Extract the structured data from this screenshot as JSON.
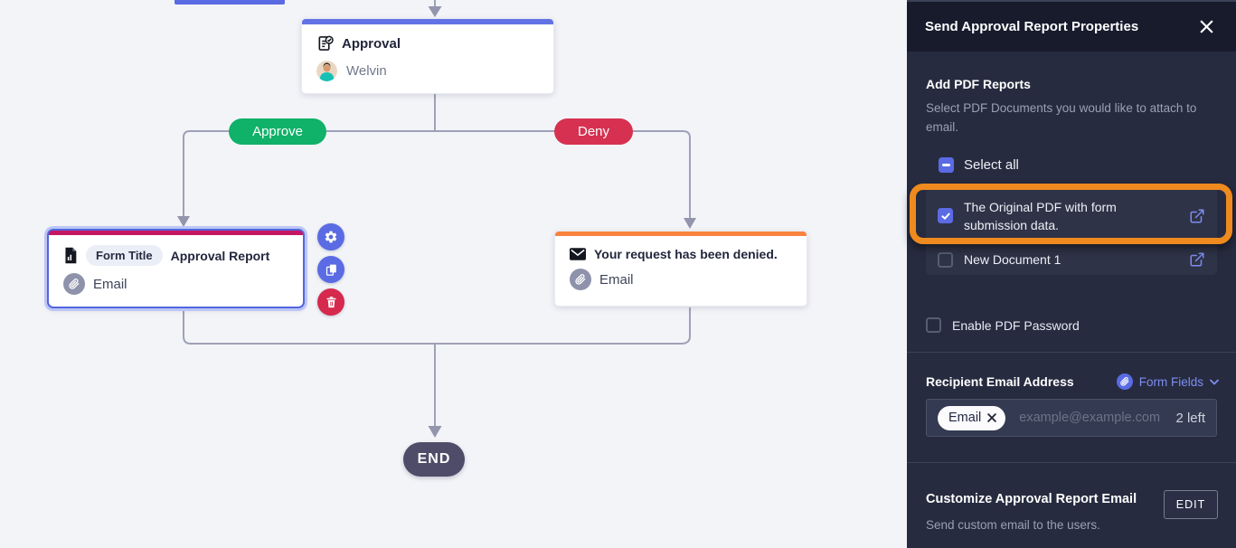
{
  "canvas": {
    "approval_node": {
      "title": "Approval",
      "assignee": "Welvin"
    },
    "approve_branch_label": "Approve",
    "deny_branch_label": "Deny",
    "report_node": {
      "badge": "Form Title",
      "title": "Approval Report",
      "attachment": "Email"
    },
    "deny_node": {
      "title": "Your request has been denied.",
      "attachment": "Email"
    },
    "end_label": "END"
  },
  "panel": {
    "title": "Send Approval Report Properties",
    "pdf_section": {
      "heading": "Add PDF Reports",
      "description": "Select PDF Documents you would like to attach to email.",
      "select_all": "Select all",
      "documents": [
        {
          "label": "The Original PDF with form submission data.",
          "checked": true,
          "highlighted": true
        },
        {
          "label": "New Document 1",
          "checked": false,
          "highlighted": false
        }
      ],
      "password_label": "Enable PDF Password"
    },
    "recipient_section": {
      "heading": "Recipient Email Address",
      "form_fields": "Form Fields",
      "chip": "Email",
      "placeholder": "example@example.com",
      "remaining": "2 left"
    },
    "customize_section": {
      "heading": "Customize Approval Report Email",
      "description": "Send custom email to the users.",
      "edit_button": "EDIT"
    }
  },
  "colors": {
    "accent_blue": "#5a6be4",
    "approve_green": "#10b168",
    "deny_red": "#d63150",
    "report_bar_crimson": "#c41761",
    "deny_bar_orange": "#f9823e",
    "highlight_orange": "#ef8a1f",
    "panel_bg": "#272b3f",
    "panel_header_bg": "#171b2c",
    "link_blue": "#7d8df2",
    "canvas_bg": "#f3f4f8"
  }
}
